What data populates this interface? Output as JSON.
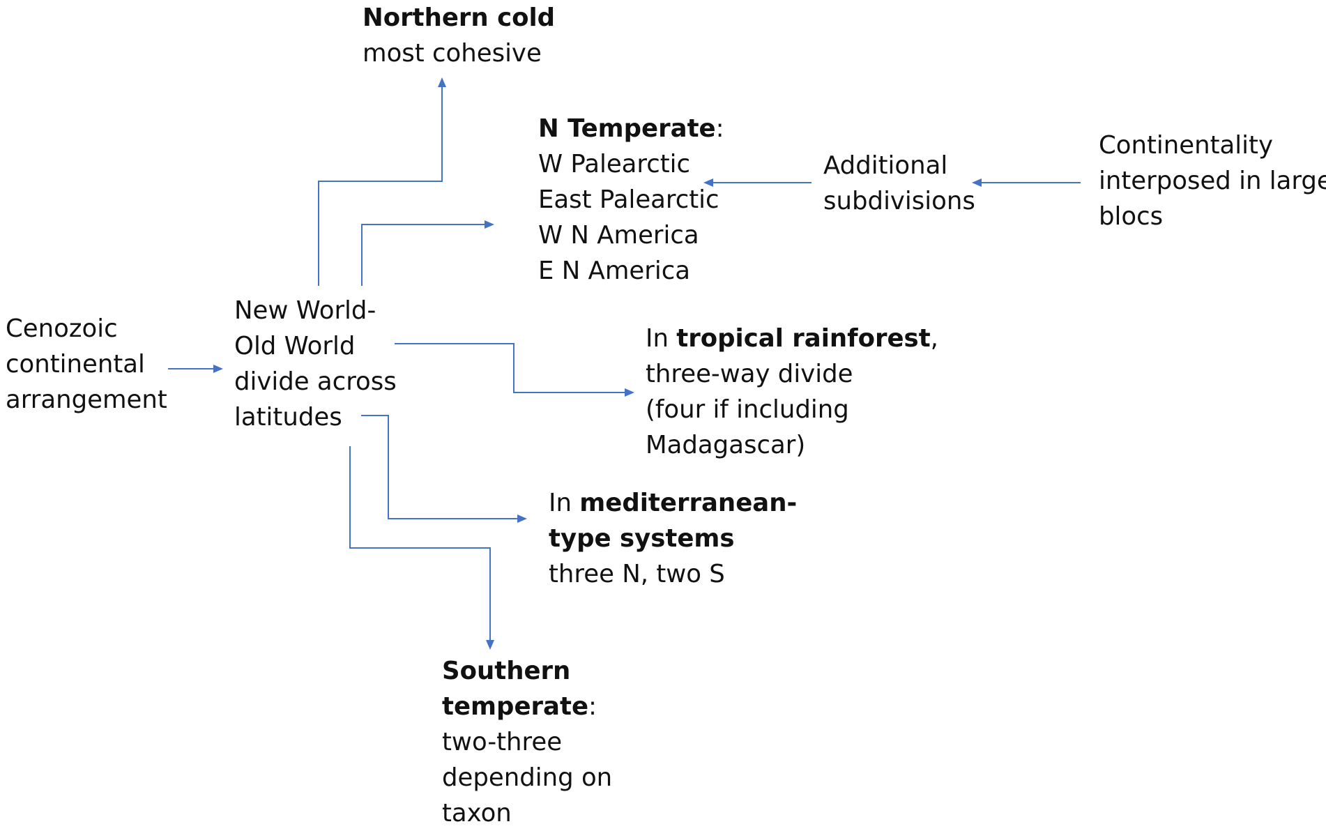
{
  "diagram": {
    "colors": {
      "connector": "#4472c4",
      "text": "#111111",
      "background": "#ffffff"
    },
    "nodes": {
      "cenozoic": {
        "lines": [
          "Cenozoic",
          "continental",
          "arrangement"
        ]
      },
      "divide": {
        "lines": [
          "New World-",
          "Old World",
          "divide across",
          "latitudes"
        ]
      },
      "northern_cold": {
        "title": "Northern cold",
        "line2": "most cohesive"
      },
      "n_temperate": {
        "title": "N Temperate",
        "title_suffix": ":",
        "lines": [
          "W Palearctic",
          "East Palearctic",
          "W N America",
          "E N America"
        ]
      },
      "additional": {
        "lines": [
          "Additional",
          "subdivisions"
        ]
      },
      "continentality": {
        "lines": [
          "Continentality",
          "interposed in large",
          "blocs"
        ]
      },
      "tropical": {
        "prefix": "In ",
        "bold": "tropical rainforest",
        "suffix": ",",
        "lines": [
          "three-way divide",
          "(four if including",
          "Madagascar)"
        ]
      },
      "mediterranean": {
        "prefix": "In ",
        "bold1": "mediterranean-",
        "bold2": "type systems",
        "line3": "three N, two S"
      },
      "southern": {
        "bold1": "Southern",
        "bold2": "temperate",
        "bold2_suffix": ":",
        "lines": [
          "two-three",
          "depending on",
          "taxon"
        ]
      }
    }
  }
}
